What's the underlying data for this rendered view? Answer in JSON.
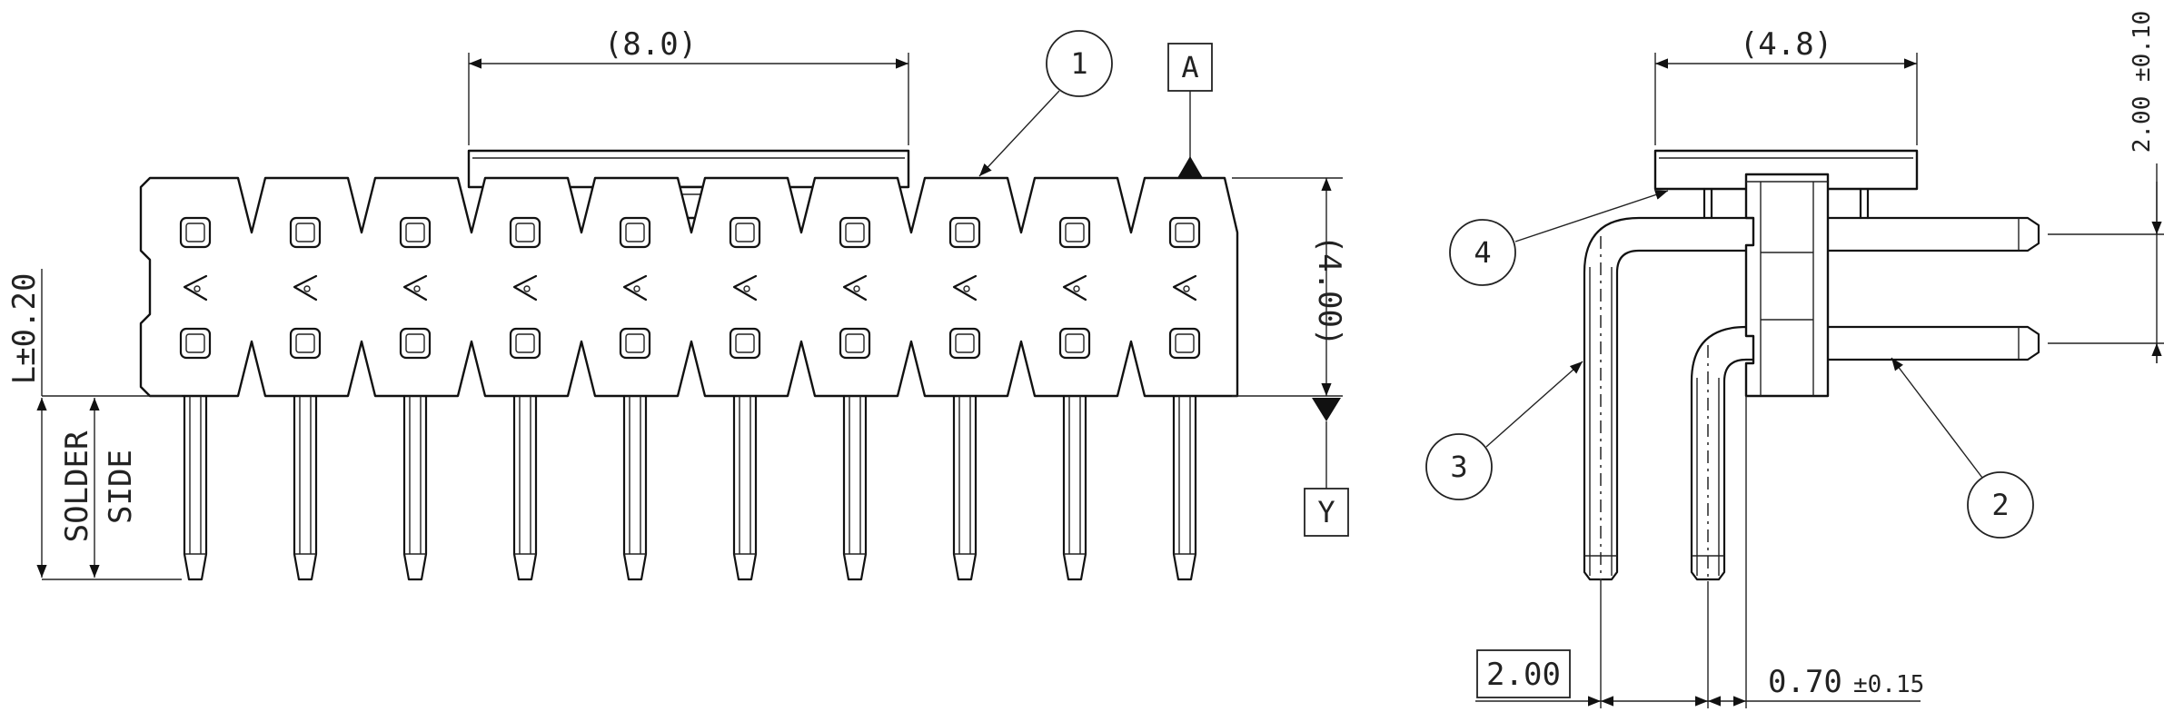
{
  "front_view": {
    "dim_top_width": "(8.0)",
    "dim_height": "(4.00)",
    "dim_tolerance": "L±0.20",
    "solder_side_line1": "SOLDER",
    "solder_side_line2": "SIDE",
    "datum_a": "A",
    "datum_y": "Y",
    "callout_1": "1",
    "pin_count": 10
  },
  "side_view": {
    "dim_top_width": "(4.8)",
    "dim_pitch_vertical": "2.00 ±0.10",
    "dim_pitch_box": "2.00",
    "dim_pin": "0.70",
    "dim_pin_tol": "±0.15",
    "callout_2": "2",
    "callout_3": "3",
    "callout_4": "4"
  }
}
